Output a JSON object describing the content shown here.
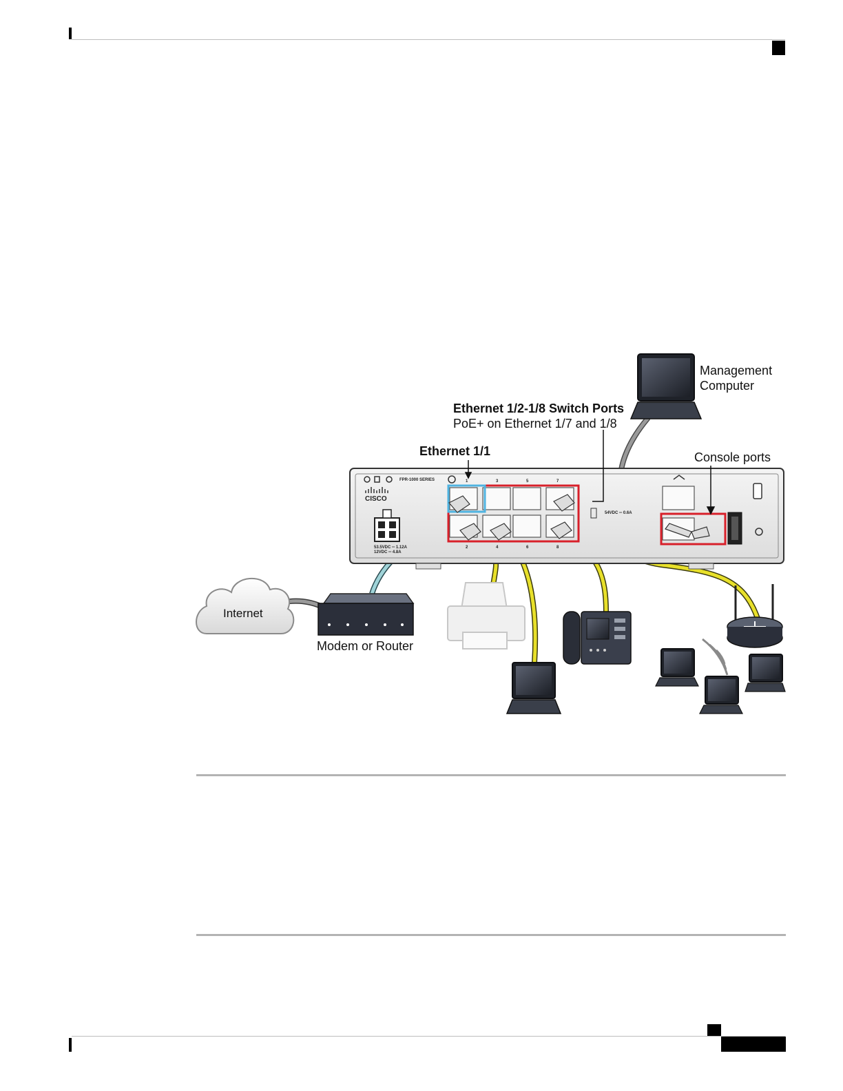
{
  "diagram": {
    "labels": {
      "management_computer_line1": "Management",
      "management_computer_line2": "Computer",
      "switch_ports_title": "Ethernet 1/2-1/8 Switch Ports",
      "switch_ports_subtitle": "PoE+ on Ethernet 1/7 and 1/8",
      "ethernet_1_1": "Ethernet 1/1",
      "console_ports": "Console ports",
      "internet": "Internet",
      "modem_or_router": "Modem or Router"
    },
    "device": {
      "brand": "CISCO",
      "model": "FPR-1000 SERIES",
      "power_rating_1": "53.5VDC ═ 1.12A",
      "power_rating_2": "12VDC ═ 4.8A",
      "poe_rating": "54VDC ═ 0.6A",
      "port_numbers_top": [
        "1",
        "3",
        "5",
        "7"
      ],
      "port_numbers_bottom": [
        "2",
        "4",
        "6",
        "8"
      ]
    },
    "colors": {
      "poe_cable": "#e8e02a",
      "wan_cable": "#9fd3d8",
      "mgmt_cable": "#8a8a8a",
      "highlight_switch": "#d8202a",
      "highlight_wan": "#4fb3e0",
      "highlight_console": "#d8202a"
    }
  }
}
